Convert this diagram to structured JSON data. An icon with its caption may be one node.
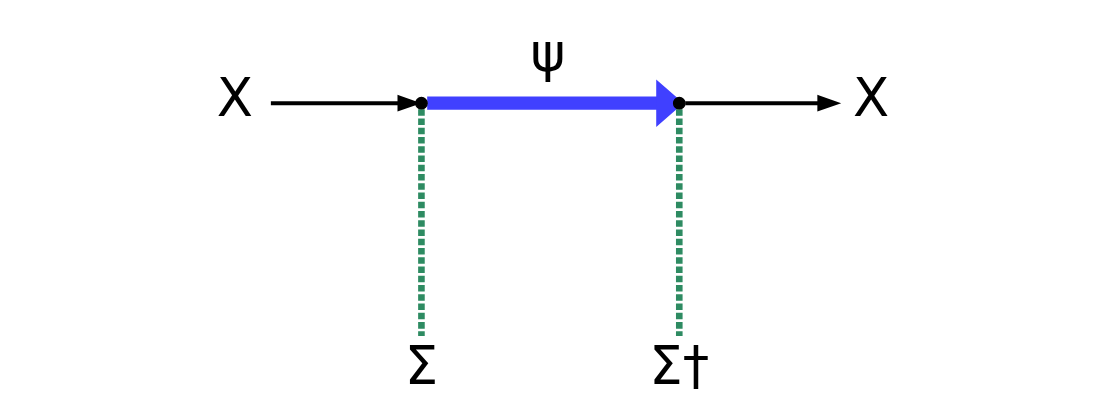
{
  "diagram": {
    "nodes": [
      {
        "text": [
          "X"
        ]
      },
      {
        "text": [],
        "shape": "point"
      },
      {
        "text": [],
        "shape": "point"
      },
      {
        "text": [
          "X"
        ]
      },
      {
        "text": [
          "Σ"
        ]
      },
      {
        "text": [
          "Σ†"
        ]
      }
    ],
    "edges": [
      {
        "from": 0,
        "to": 1,
        "arrow": "to"
      },
      {
        "from": 1,
        "to": 2,
        "arrow": "to",
        "label": "ψ",
        "style": "thick",
        "color": "#4040ff"
      },
      {
        "from": 2,
        "to": 3,
        "arrow": "to"
      },
      {
        "from": 1,
        "to": 4,
        "arrow": "none",
        "style": "dashed",
        "color": "#2e8b62"
      },
      {
        "from": 2,
        "to": 5,
        "arrow": "none",
        "style": "dashed",
        "color": "#2e8b62"
      }
    ]
  }
}
